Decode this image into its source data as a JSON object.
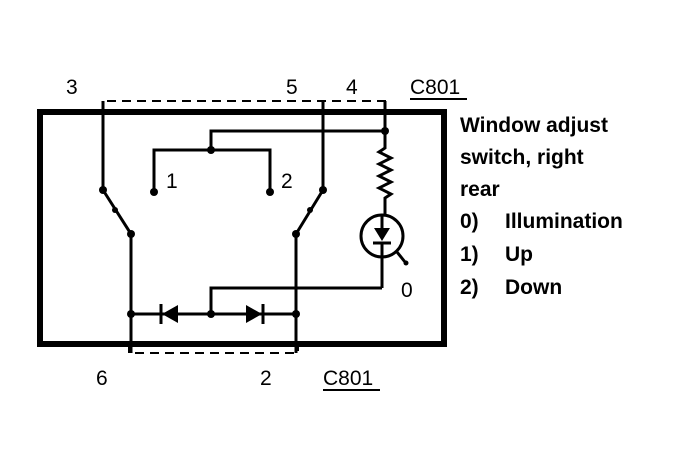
{
  "connector_top": "C801",
  "connector_bottom": "C801",
  "pins": {
    "p3": "3",
    "p5": "5",
    "p4": "4",
    "p6": "6",
    "p2": "2"
  },
  "switch_positions": {
    "left": "1",
    "right": "2"
  },
  "lamp_label": "0",
  "legend": {
    "title_line1": "Window adjust",
    "title_line2": "switch, right",
    "title_line3": "rear",
    "item0_num": "0)",
    "item0_text": "Illumination",
    "item1_num": "1)",
    "item1_text": "Up",
    "item2_num": "2)",
    "item2_text": "Down"
  }
}
